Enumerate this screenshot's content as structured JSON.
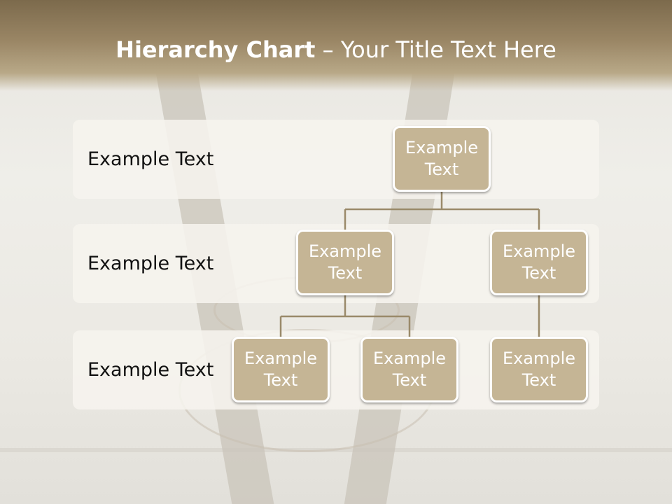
{
  "slide": {
    "title_bold": "Hierarchy Chart",
    "title_rest": " – Your Title Text Here"
  },
  "bands": [
    {
      "label": "Example Text"
    },
    {
      "label": "Example Text"
    },
    {
      "label": "Example Text"
    }
  ],
  "nodes": {
    "root": "Example\nText",
    "level2_left": "Example\nText",
    "level2_right": "Example\nText",
    "level3_a": "Example\nText",
    "level3_b": "Example\nText",
    "level3_c": "Example\nText"
  },
  "colors": {
    "node_fill": "#c5b595",
    "connector": "#9a8a6a",
    "header_band": "#8c7858"
  }
}
